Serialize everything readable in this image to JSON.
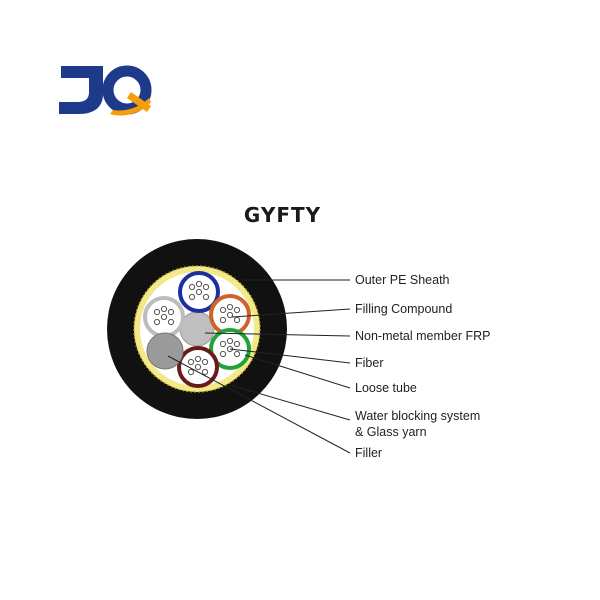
{
  "logo": {
    "text": "JQ",
    "colors": {
      "primary": "#1e3a8a",
      "accent": "#f59e0b"
    }
  },
  "title": "GYFTY",
  "labels": [
    {
      "id": "outer-pe-sheath",
      "text": "Outer PE Sheath"
    },
    {
      "id": "filling-compound",
      "text": "Filling Compound"
    },
    {
      "id": "non-metal-member-frp",
      "text": "Non-metal member FRP"
    },
    {
      "id": "fiber",
      "text": "Fiber"
    },
    {
      "id": "loose-tube",
      "text": "Loose tube"
    },
    {
      "id": "water-blocking-line1",
      "text": "Water blocking system"
    },
    {
      "id": "water-blocking-line2",
      "text": "& Glass yarn"
    },
    {
      "id": "filler",
      "text": "Filler"
    }
  ],
  "colors": {
    "sheath": "#111111",
    "yarn": "#f2e98a",
    "tube_blue": "#1c2fa0",
    "tube_orange": "#d0622c",
    "tube_green": "#22a33a",
    "tube_brown": "#6b1a1a",
    "tube_white": "#bdbdbd",
    "filler": "#9a9a9a",
    "frp": "#bfbfbf"
  }
}
